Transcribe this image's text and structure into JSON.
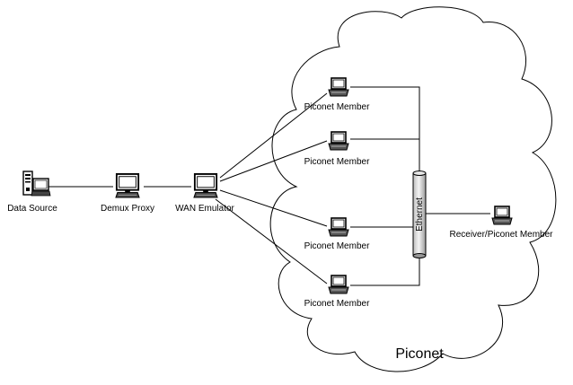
{
  "diagram": {
    "nodes": {
      "data_source": "Data Source",
      "demux_proxy": "Demux Proxy",
      "wan_emulator": "WAN Emulator",
      "member_1": "Piconet Member",
      "member_2": "Piconet Member",
      "member_3": "Piconet Member",
      "member_4": "Piconet Member",
      "receiver": "Receiver/Piconet Member"
    },
    "bus_label": "Ethernet",
    "cloud_label": "Piconet",
    "icons": {
      "server": "server-computer-icon",
      "monitor": "monitor-icon",
      "laptop": "laptop-icon"
    }
  }
}
